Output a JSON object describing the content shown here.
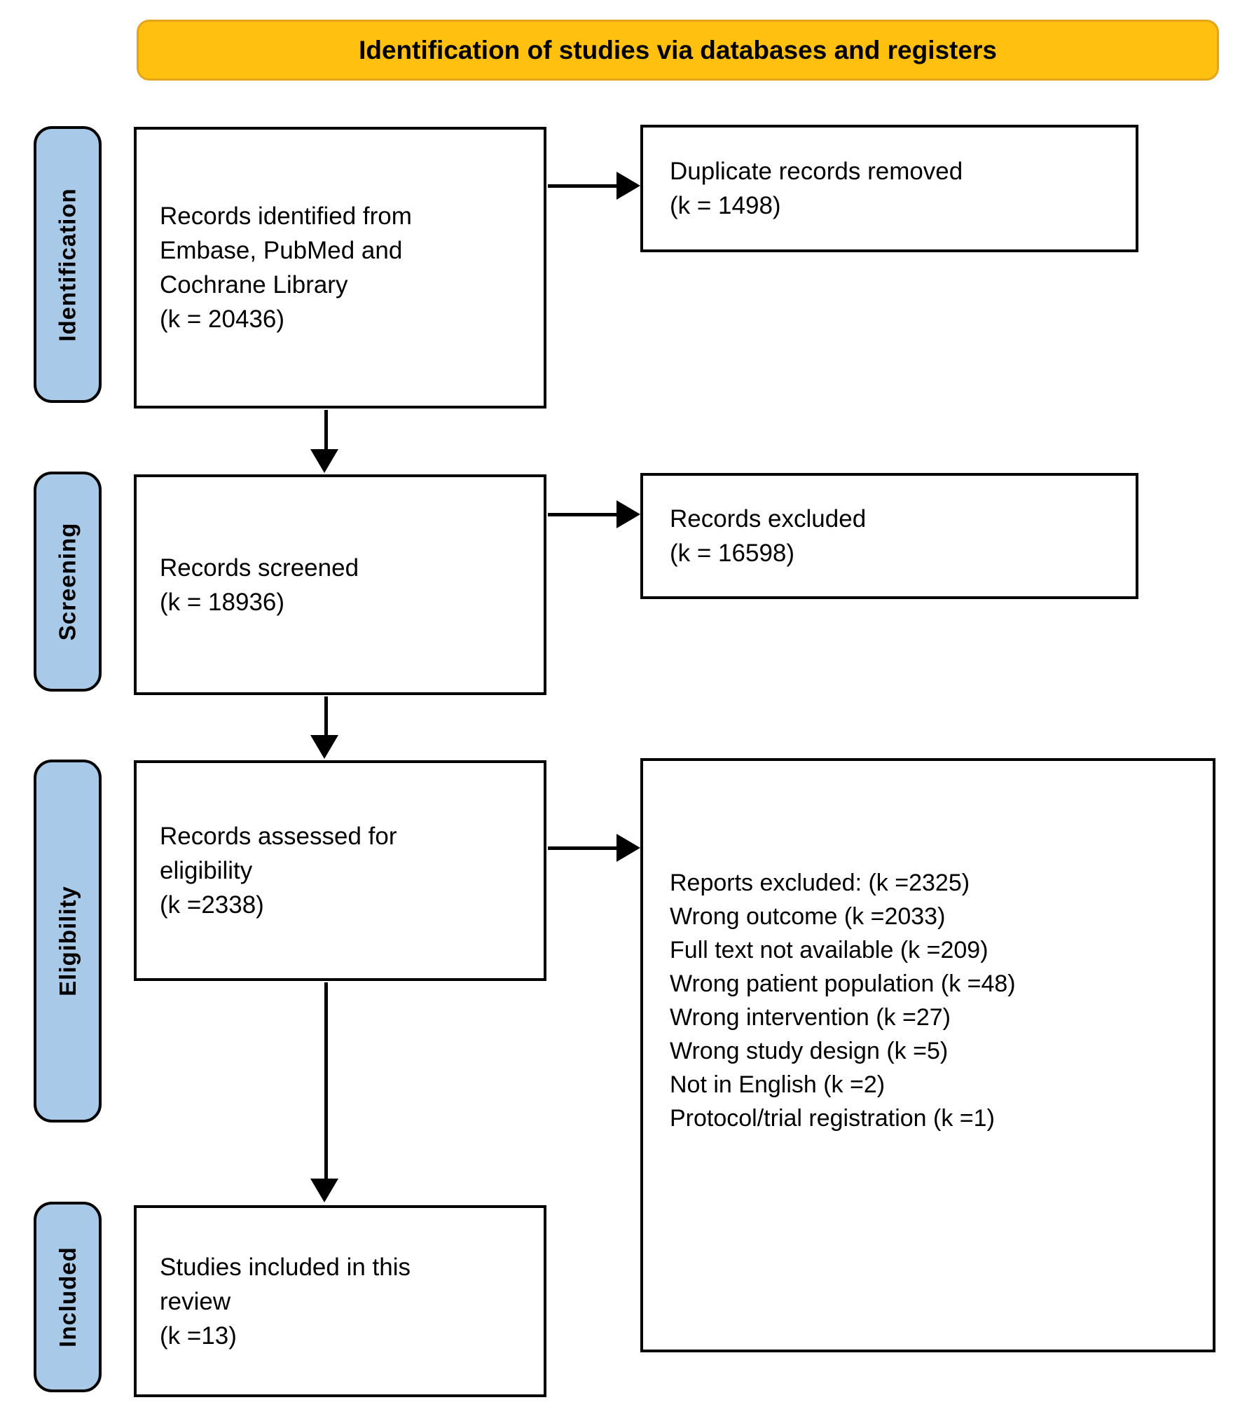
{
  "banner": {
    "title": "Identification of studies via databases and registers"
  },
  "colors": {
    "banner_fill": "#FFC010",
    "banner_border": "#E3A51B",
    "stage_fill": "#A9C9E9",
    "box_background": "#FFFFFF",
    "line_color": "#000000"
  },
  "stages": [
    {
      "label": "Identification"
    },
    {
      "label": "Screening"
    },
    {
      "label": "Eligibility"
    },
    {
      "label": "Included"
    }
  ],
  "boxes": {
    "identified": {
      "text": "Records identified from\nEmbase, PubMed and\nCochrane Library\n(k = 20436)"
    },
    "duplicates_removed": {
      "text": "Duplicate records removed\n(k = 1498)"
    },
    "screened": {
      "text": "Records screened\n(k = 18936)"
    },
    "records_excluded": {
      "text": "Records excluded\n(k = 16598)"
    },
    "assessed": {
      "text": "Records assessed for\neligibility\n(k =2338)"
    },
    "reports_excluded": {
      "lines": [
        "Reports excluded: (k =2325)",
        "Wrong outcome (k =2033)",
        "Full text not available (k =209)",
        "Wrong patient population (k =48)",
        "Wrong intervention (k =27)",
        "Wrong study design (k =5)",
        "Not in English (k =2)",
        "Protocol/trial registration (k =1)"
      ]
    },
    "included": {
      "text": "Studies included in this\nreview\n(k =13)"
    }
  }
}
